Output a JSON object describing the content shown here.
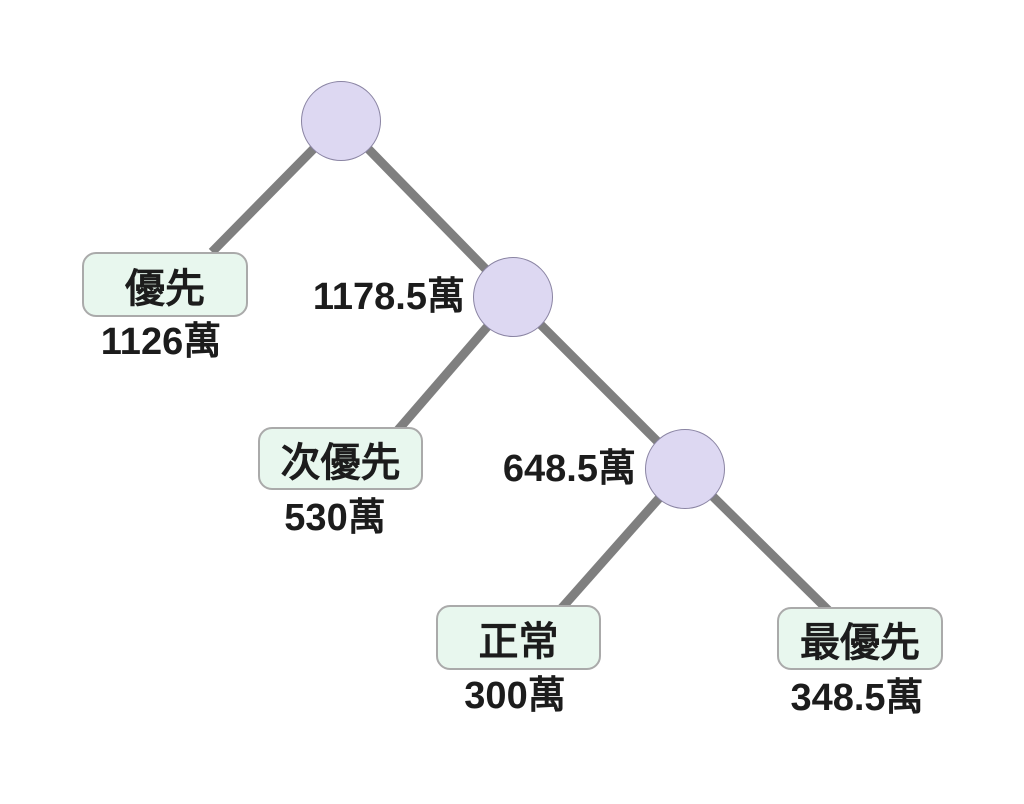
{
  "diagram": {
    "type": "binary-tree",
    "background": "#ffffff",
    "colors": {
      "internal_node_fill": "#ddd8f2",
      "internal_node_border": "#8a84a3",
      "leaf_fill": "#e8f7ee",
      "leaf_border": "#aaaaaa",
      "edge": "#7f7f7f",
      "text": "#1c1c1c"
    },
    "internal_nodes": [
      {
        "id": "root",
        "label": ""
      },
      {
        "id": "internal-1",
        "label": "1178.5萬"
      },
      {
        "id": "internal-2",
        "label": "648.5萬"
      }
    ],
    "leaves": [
      {
        "label": "優先",
        "value": "1126萬"
      },
      {
        "label": "次優先",
        "value": "530萬"
      },
      {
        "label": "正常",
        "value": "300萬"
      },
      {
        "label": "最優先",
        "value": "348.5萬"
      }
    ]
  }
}
